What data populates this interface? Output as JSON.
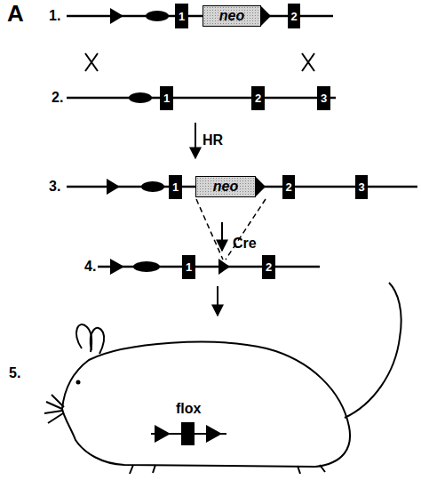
{
  "diagram": {
    "nodes": [
      {
        "text": [
          "1"
        ]
      },
      {
        "text": [
          "neo"
        ]
      },
      {
        "text": [
          "2"
        ]
      },
      {
        "text": [
          "1"
        ]
      },
      {
        "text": [
          "2"
        ]
      },
      {
        "text": [
          "3"
        ]
      },
      {
        "text": [
          "1"
        ]
      },
      {
        "text": [
          "neo"
        ]
      },
      {
        "text": [
          "2"
        ]
      },
      {
        "text": [
          "3"
        ]
      },
      {
        "text": [
          "1"
        ]
      },
      {
        "text": [
          "2"
        ]
      }
    ],
    "labels": [
      "A",
      "1.",
      "2.",
      "HR",
      "3.",
      "Cre",
      "4.",
      "5.",
      "flox"
    ]
  }
}
